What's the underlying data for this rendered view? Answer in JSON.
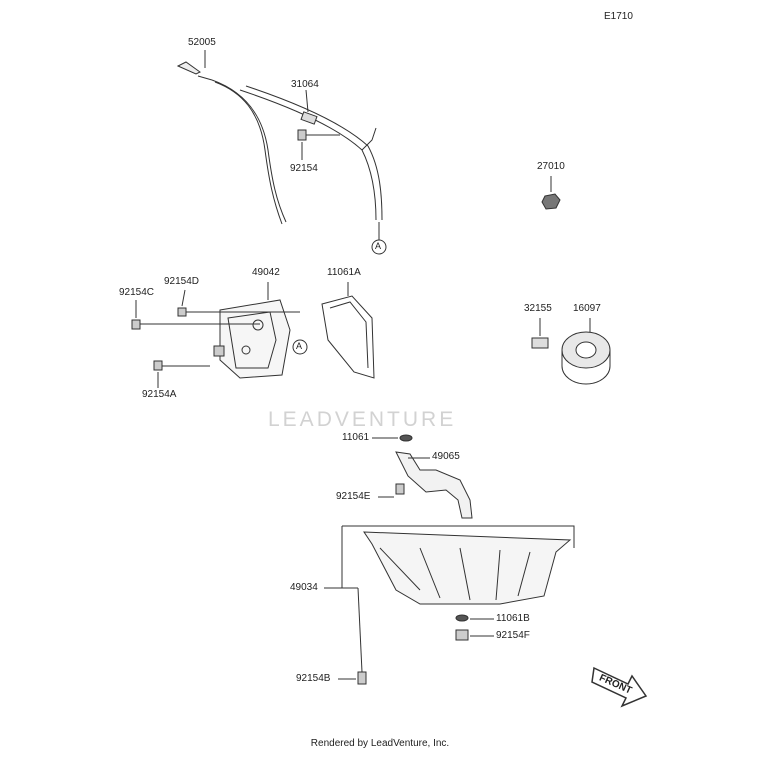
{
  "diagram_id": "E1710",
  "watermark": "LEADVENTURE",
  "footer": "Rendered by LeadVenture, Inc.",
  "front_label": "FRONT",
  "ref_marker": "A",
  "parts": {
    "p52005": "52005",
    "p31064": "31064",
    "p92154_top": "92154",
    "p27010": "27010",
    "p49042": "49042",
    "p11061A": "11061A",
    "p92154D": "92154D",
    "p92154C": "92154C",
    "p92154A": "92154A",
    "p32155": "32155",
    "p16097": "16097",
    "p11061": "11061",
    "p49065": "49065",
    "p92154E": "92154E",
    "p49034": "49034",
    "p11061B": "11061B",
    "p92154F": "92154F",
    "p92154B": "92154B"
  }
}
